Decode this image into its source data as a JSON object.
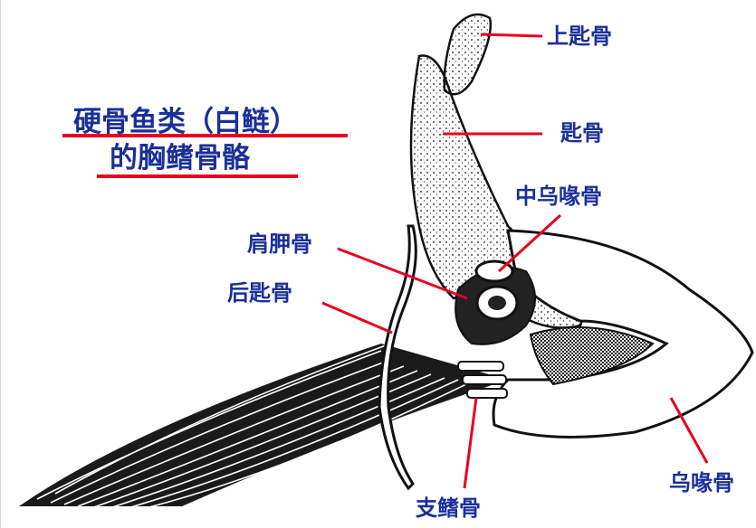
{
  "title": {
    "line1": "硬骨鱼类（白鲢）",
    "line2": "的胸鳍骨骼"
  },
  "labels": {
    "upper_spoon_bone": "上匙骨",
    "spoon_bone": "匙骨",
    "mid_coracoid": "中乌喙骨",
    "scapula": "肩胛骨",
    "post_spoon_bone": "后匙骨",
    "coracoid": "乌喙骨",
    "radials": "支鳍骨"
  },
  "colors": {
    "label_text": "#1a2f9a",
    "leader_line": "#e8001e",
    "bone_ink": "#111111"
  }
}
